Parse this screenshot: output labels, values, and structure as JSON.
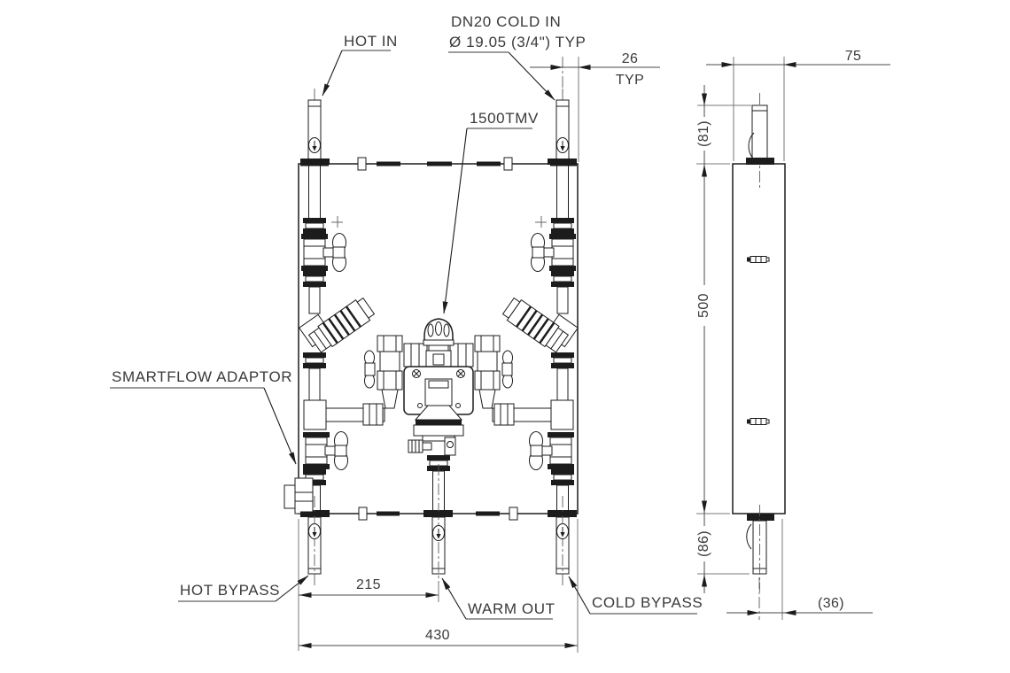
{
  "drawing": {
    "type": "technical-assembly-drawing",
    "views": [
      "front-elevation",
      "side-elevation"
    ],
    "labels": {
      "hot_in": "HOT IN",
      "cold_in_line1": "DN20 COLD IN",
      "cold_in_line2": "Ø 19.05 (3/4\") TYP",
      "tmv": "1500TMV",
      "smartflow_adaptor": "SMARTFLOW ADAPTOR",
      "hot_bypass": "HOT BYPASS",
      "warm_out": "WARM OUT",
      "cold_bypass": "COLD BYPASS"
    },
    "dimensions": {
      "pipe_edge_offset": "26",
      "pipe_edge_offset_qualifier": "TYP",
      "bracket_depth": "75",
      "top_pipe_protrusion": "(81)",
      "panel_height": "500",
      "bottom_pipe_protrusion": "(86)",
      "warm_out_offset": "215",
      "panel_width": "430",
      "side_pipe_offset": "(36)"
    },
    "colors": {
      "line": "#1c1c1c",
      "dimension": "#4a4a4a",
      "background": "#ffffff"
    }
  }
}
